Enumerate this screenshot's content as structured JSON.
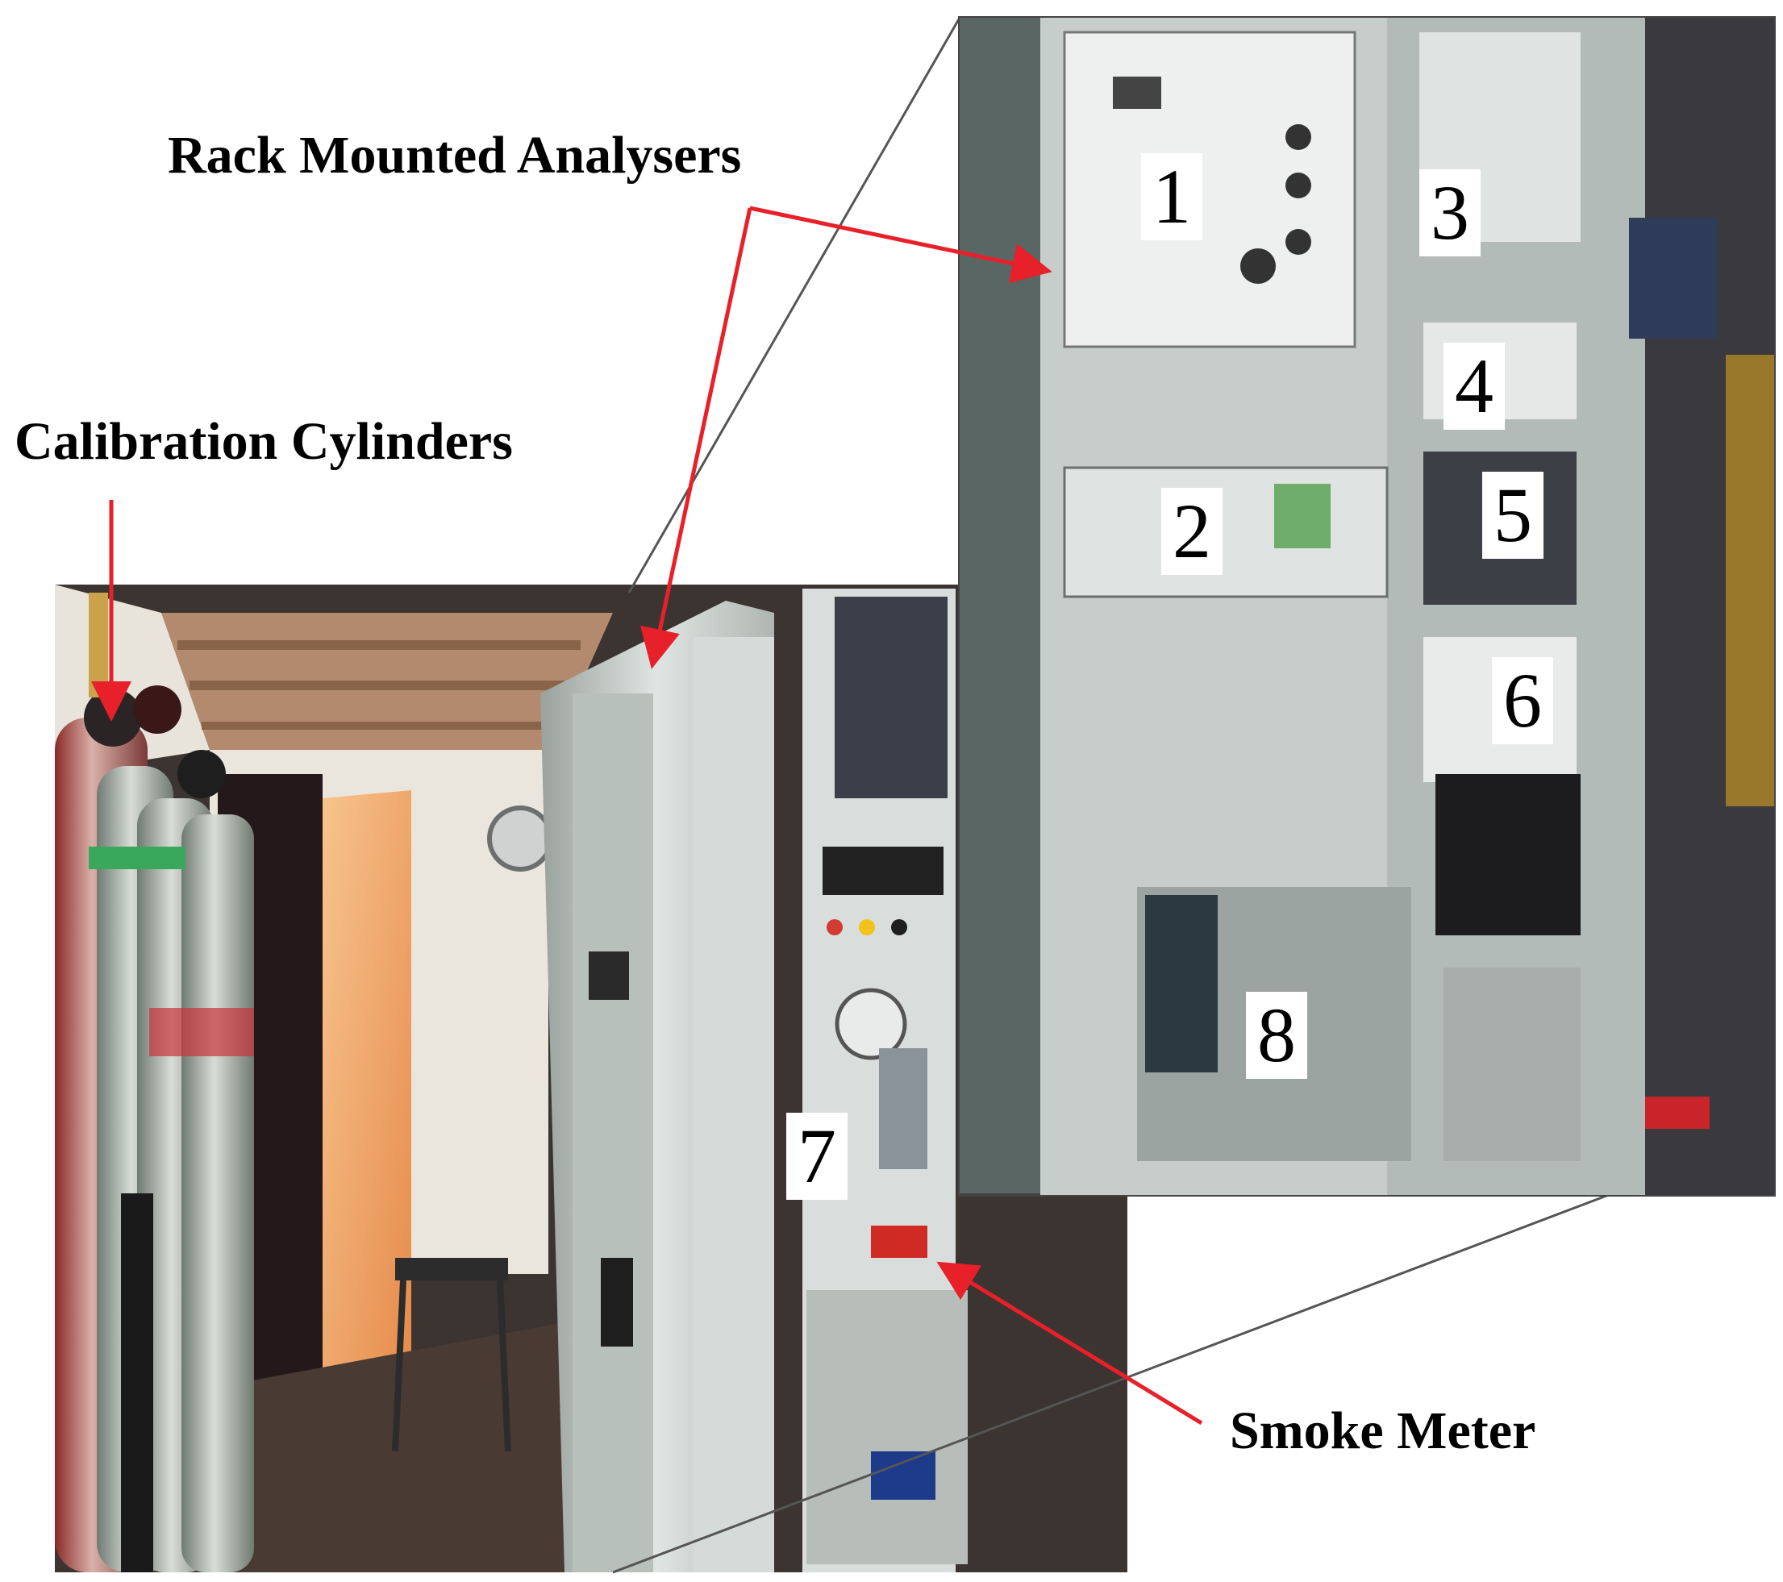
{
  "captions": {
    "rack_mounted_analysers": "Rack Mounted Analysers",
    "calibration_cylinders": "Calibration Cylinders",
    "smoke_meter": "Smoke Meter"
  },
  "analyser_labels": {
    "l1": "1",
    "l2": "2",
    "l3": "3",
    "l4": "4",
    "l5": "5",
    "l6": "6",
    "l7": "7",
    "l8": "8"
  },
  "colors": {
    "arrow": "#e8202a",
    "zoom_outline": "#444444",
    "cabinet": "#c9cfcd",
    "room_dark": "#2a1a1a",
    "door": "#f0a96a"
  }
}
